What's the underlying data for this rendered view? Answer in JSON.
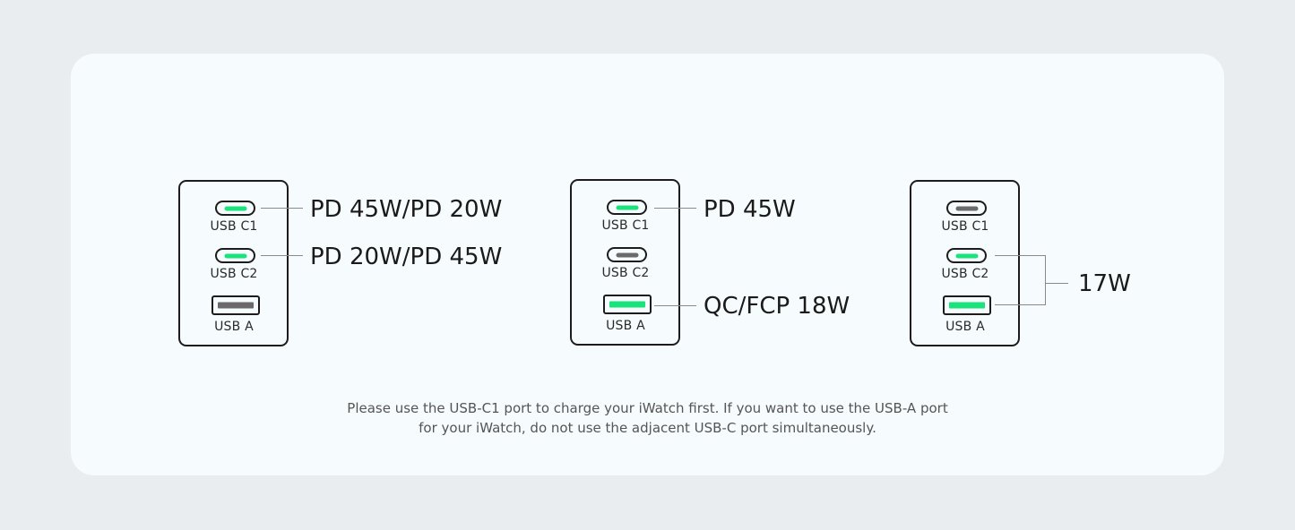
{
  "colors": {
    "page_background": "#e9edf0",
    "card_background": "#f6fbfd",
    "active_port": "#19e37a",
    "inactive_port": "#6a6a6a",
    "outline": "#1c1c1c",
    "leader_line": "#8a8a8a"
  },
  "configurations": [
    {
      "ports": [
        {
          "label": "USB C1",
          "type": "usb-c",
          "active": true
        },
        {
          "label": "USB C2",
          "type": "usb-c",
          "active": true
        },
        {
          "label": "USB A",
          "type": "usb-a",
          "active": false
        }
      ],
      "outputs": [
        {
          "port": "USB C1",
          "label": "PD 45W/PD 20W"
        },
        {
          "port": "USB C2",
          "label": "PD 20W/PD 45W"
        }
      ]
    },
    {
      "ports": [
        {
          "label": "USB C1",
          "type": "usb-c",
          "active": true
        },
        {
          "label": "USB C2",
          "type": "usb-c",
          "active": false
        },
        {
          "label": "USB A",
          "type": "usb-a",
          "active": true
        }
      ],
      "outputs": [
        {
          "port": "USB C1",
          "label": "PD 45W"
        },
        {
          "port": "USB A",
          "label": "QC/FCP 18W"
        }
      ]
    },
    {
      "ports": [
        {
          "label": "USB C1",
          "type": "usb-c",
          "active": false
        },
        {
          "label": "USB C2",
          "type": "usb-c",
          "active": true
        },
        {
          "label": "USB A",
          "type": "usb-a",
          "active": true
        }
      ],
      "outputs": [
        {
          "port": "USB C2 + USB A",
          "label": "17W"
        }
      ]
    }
  ],
  "note": {
    "line1": "Please use the USB-C1 port to charge your iWatch first. If you want to use the USB-A port",
    "line2": "for your iWatch, do not use the adjacent USB-C port simultaneously."
  }
}
